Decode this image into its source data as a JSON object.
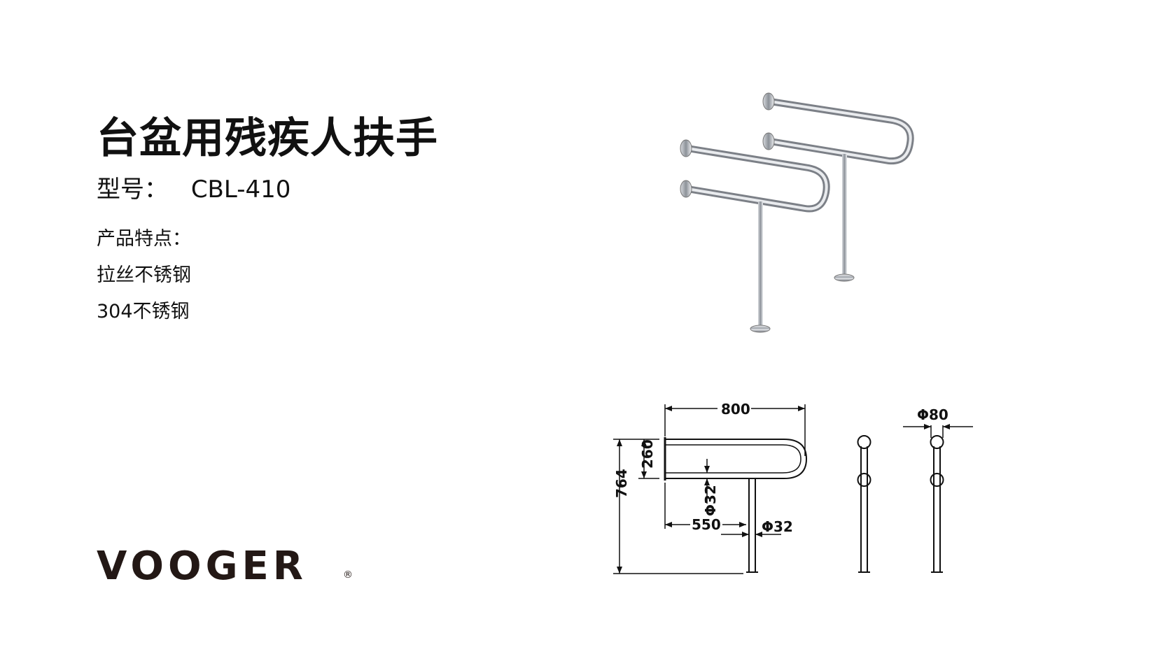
{
  "product": {
    "title": "台盆用残疾人扶手",
    "model_label": "型号：",
    "model_value": "CBL-410",
    "features_heading": "产品特点：",
    "features": [
      "拉丝不锈钢",
      "304不锈钢"
    ]
  },
  "brand": {
    "name": "VOOGER",
    "mark": "®"
  },
  "dimensions": {
    "width": "800",
    "grip_spacing": "260",
    "height": "764",
    "leg_offset": "550",
    "tube_dia_grip": "Φ32",
    "tube_dia_leg": "Φ32",
    "flange_dia": "Φ80"
  },
  "colors": {
    "text": "#111111",
    "steel": "#b8bcc2",
    "line": "#111111"
  }
}
